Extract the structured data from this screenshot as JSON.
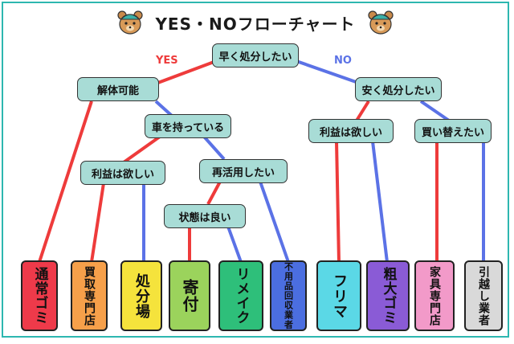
{
  "title": "YES・NOフローチャート",
  "icons": {
    "left": "bear-icon",
    "right": "bear-icon"
  },
  "branches": {
    "yes": "YES",
    "no": "NO"
  },
  "colors": {
    "yes": "#ee3b3b",
    "no": "#5b72e6",
    "node_fill": "#a8dcd6",
    "frame": "#2db7b0"
  },
  "nodes": {
    "root": "早く処分したい",
    "disassemble": "解体可能",
    "has_car": "車を持っている",
    "profit_left": "利益は欲しい",
    "reuse": "再活用したい",
    "condition": "状態は良い",
    "cheap": "安く処分したい",
    "profit_right": "利益は欲しい",
    "replace": "買い替えたい"
  },
  "leaves": [
    {
      "id": "normal-garbage",
      "label": "通常ゴミ",
      "color": "#ee3a4a"
    },
    {
      "id": "buyback-shop",
      "label": "買取専門店",
      "color": "#f6a04a"
    },
    {
      "id": "disposal-site",
      "label": "処分場",
      "color": "#f5e33c"
    },
    {
      "id": "donate",
      "label": "寄付",
      "color": "#9bd35c"
    },
    {
      "id": "reuse-shop",
      "label": "リメイク",
      "color": "#2ebf7a"
    },
    {
      "id": "bulky-collection",
      "label": "不用品回収業者",
      "color": "#4b6ee0"
    },
    {
      "id": "flea-market",
      "label": "フリマ",
      "color": "#5bd8e6"
    },
    {
      "id": "bulky-garbage",
      "label": "粗大ゴミ",
      "color": "#8a5bd6"
    },
    {
      "id": "furniture-shop",
      "label": "家具専門店",
      "color": "#f29ac9"
    },
    {
      "id": "movers",
      "label": "引越し業者",
      "color": "#d9d9d9"
    }
  ]
}
